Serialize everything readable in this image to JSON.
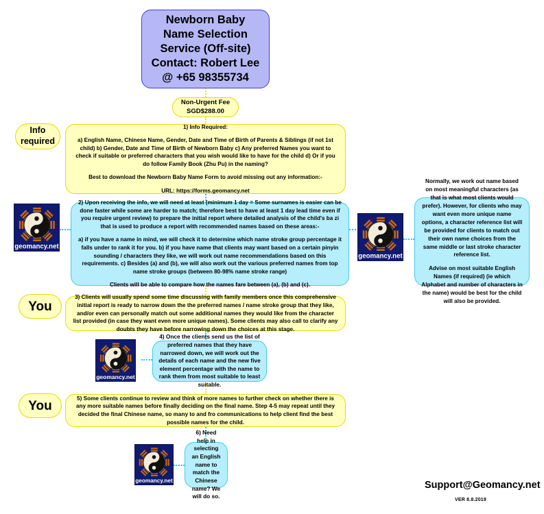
{
  "title_box": {
    "lines": [
      "Newborn Baby",
      "Name Selection",
      "Service (Off-site)",
      "Contact: Robert Lee",
      "@ +65 98355734"
    ]
  },
  "fee_box": {
    "line1": "Non-Urgent Fee",
    "line2": "SGD$288.00"
  },
  "tag_info": {
    "line1": "Info",
    "line2": "required"
  },
  "tag_you_1": {
    "label": "You"
  },
  "tag_you_2": {
    "label": "You"
  },
  "step1": {
    "heading": "1) Info Required:",
    "para1": "a) English Name, Chinese Name, Gender, Date and Time of Birth of Parents & Siblings (if not 1st child) b) Gender, Date and Time of Birth of Newborn Baby c) Any preferred Names you want to check if suitable or preferred characters that you wish would like to have for the child d) Or if you do follow Family Book (Zhu Pu) in the naming?",
    "para2": "Best to download the Newborn Baby Name Form to avoid missing out any information:-",
    "para3": "URL: https://forms.geomancy.net"
  },
  "step2": {
    "para1": "2) Upon receiving the info, we will need at least (minimum 1 day = Some surnames is easier can be done faster while some are harder to match; therefore best to have at least 1 day lead time even if you require urgent review) to prepare the initial report where detailed analysis of the child's ba zi that is used to produce a report with recommended names based on these areas:-",
    "para2": "a) if you have a name in mind, we will check it to determine which name stroke group percentage it falls under to rank it for you. b) if you have name that clients may want based on a certain pinyin sounding / characters they like, we will work out name recommendations based on this requirements. c) Besides (a) and (b), we will also work out the various preferred names from top name stroke groups (between 80-98% name stroke range)",
    "para3": "Clients will be able to compare how the names fare between (a), (b) and (c)."
  },
  "sidenote": {
    "para1": "Normally, we work out name based on most meaningful characters (as that is what most clients would prefer). However, for clients who may want even more unique name options, a character reference list will be provided for clients to match out their own name choices from the same middle or last stroke character reference list.",
    "para2": "Advise on most suitable English Names (if required) (ie which Alphabet and number of characters in the name) would be best for the child will also be provided."
  },
  "step3": {
    "para1": "3) Clients will usually spend some time discussing with family members once this comprehensive initial report is ready to narrow down the the preferred names / name stroke group that they like, and/or even can personally match out some additional names they would like from the character list provided (in case they want even more unique names). Some clients may also call to clarify any doubts they have before narrowing down the choices at this stage."
  },
  "step4": {
    "para1": "4) Once the clients send us the list of preferred names that they have narrowed down, we will work out the details of each name and the new five element percentage with the name to rank them from most suitable to least suitable."
  },
  "step5": {
    "para1": "5) Some clients continue to review and think of more names to further check on whether there is any more suitable names before finally deciding on the final name. Step 4-5 may repeat until they decided the final Chinese name, so many to and fro communications to help client find the best possible names for the child."
  },
  "step6": {
    "para1": "6) Need help in selecting an English name to match the Chinese name? We will do so."
  },
  "logos": {
    "brand_text": "geomancy.net"
  },
  "footer": {
    "support": "Support@Geomancy.net",
    "version": "VER 8.8.2019"
  },
  "colors": {
    "title_fill": "#b5b8f5",
    "title_stroke": "#4040d0",
    "yellow_fill": "#ffffbf",
    "yellow_stroke": "#e8d800",
    "cyan_fill": "#b6eefc",
    "cyan_stroke": "#46c8e8",
    "logo_bg": "#101a6e",
    "connector_yellow": "#f0e000",
    "connector_cyan": "#25c8f0"
  }
}
